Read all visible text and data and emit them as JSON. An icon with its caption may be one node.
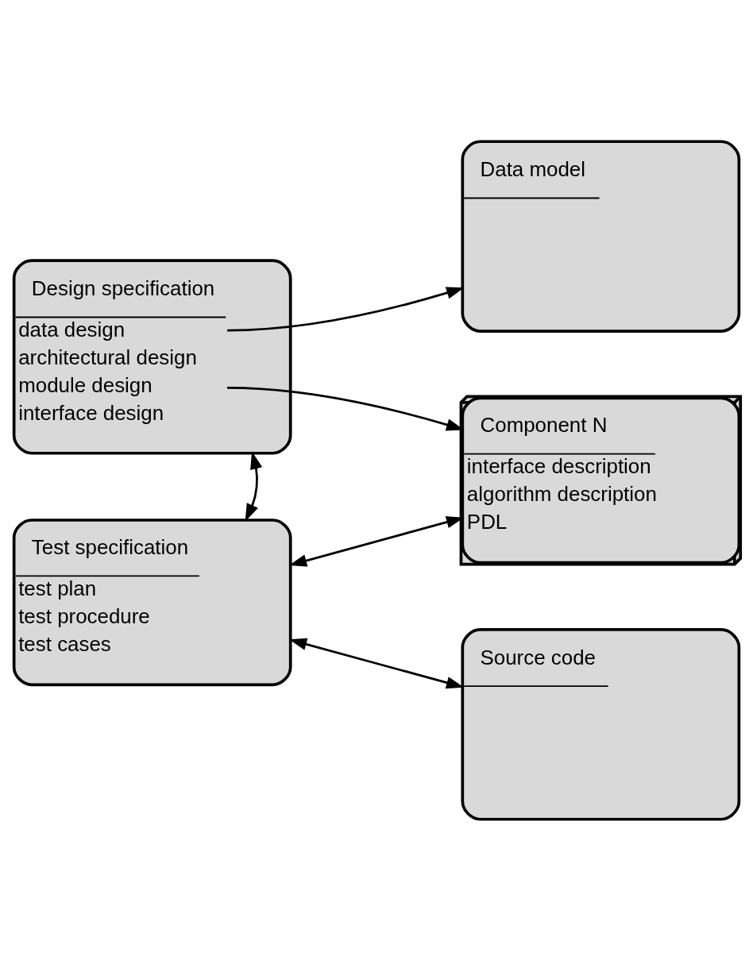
{
  "diagram": {
    "nodes": [
      {
        "text": [
          "Design specification",
          "data design",
          "architectural design",
          "module design",
          "interface design"
        ]
      },
      {
        "text": [
          "Data model"
        ]
      },
      {
        "text": [
          "Component N",
          "interface description",
          "algorithm description",
          "PDL"
        ]
      },
      {
        "text": [
          "Test specification",
          "test plan",
          "test procedure",
          "test cases"
        ]
      },
      {
        "text": [
          "Source code"
        ]
      }
    ],
    "edges": [
      {
        "from": 0,
        "to": 1,
        "arrow": "to"
      },
      {
        "from": 0,
        "to": 2,
        "arrow": "to"
      },
      {
        "from": 0,
        "to": 3,
        "arrow": "both"
      },
      {
        "from": 3,
        "to": 2,
        "arrow": "both"
      },
      {
        "from": 3,
        "to": 4,
        "arrow": "both"
      }
    ]
  }
}
